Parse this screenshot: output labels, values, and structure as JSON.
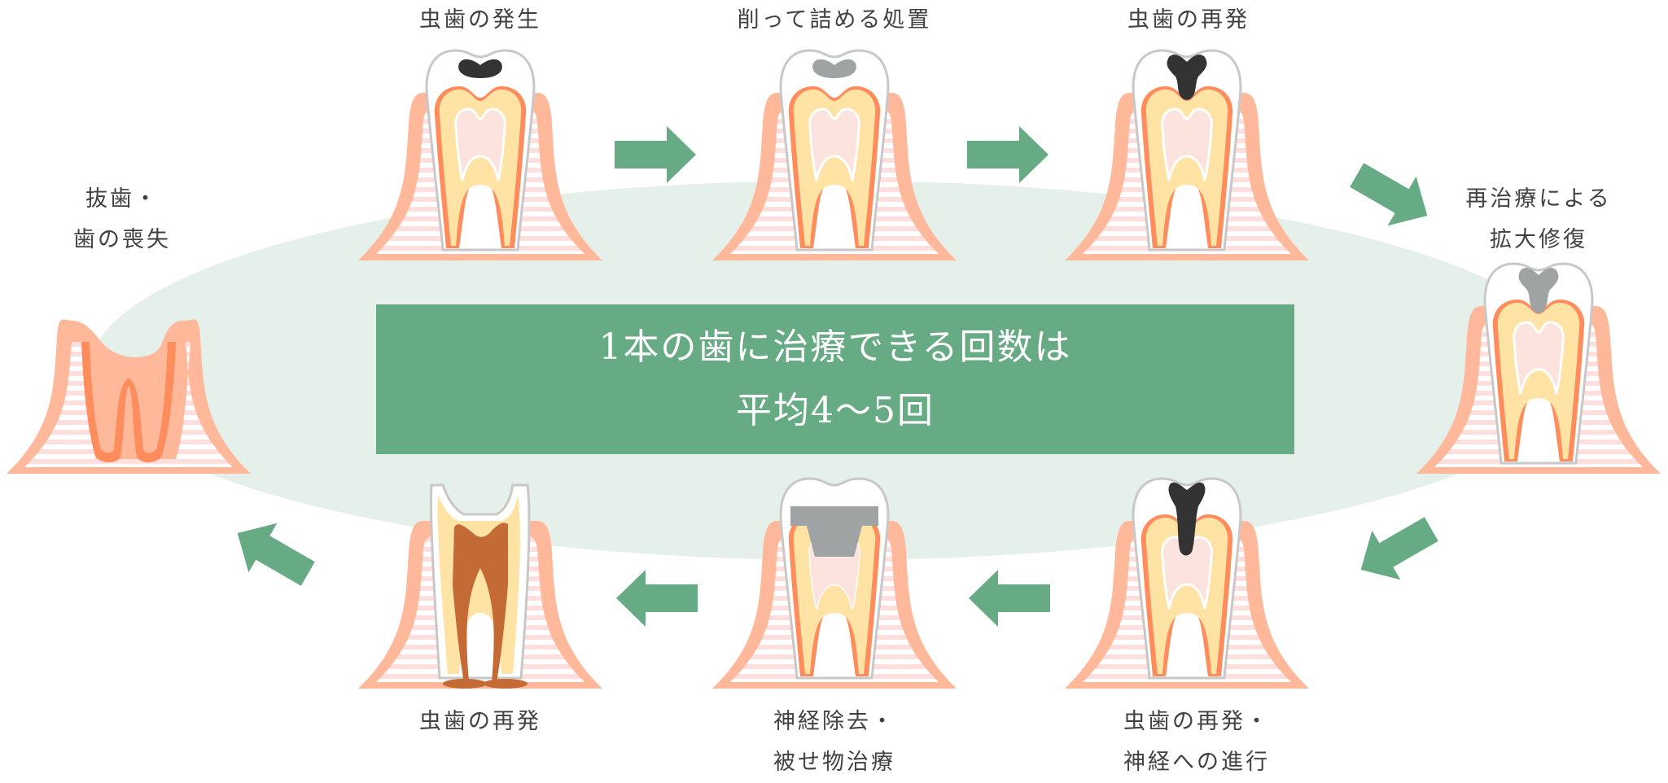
{
  "diagram": {
    "title_line1": "1本の歯に治療できる回数は",
    "title_line2": "平均4〜5回",
    "colors": {
      "accent_green": "#67ab84",
      "ellipse_bg": "#e5f0ea",
      "gum_outer": "#ffb89a",
      "gum_inner": "#ff8c5c",
      "gum_stripe": "#ffdede",
      "dentin": "#fee3a4",
      "pulp": "#fde3de",
      "caries_dark": "#333333",
      "filling_gray": "#9fa3a3",
      "caries_brown": "#c46a34"
    },
    "steps": [
      {
        "id": 1,
        "label": "虫歯の発生",
        "icon": "tooth-small-cavity-icon"
      },
      {
        "id": 2,
        "label": "削って詰める処置",
        "icon": "tooth-small-filling-icon"
      },
      {
        "id": 3,
        "label": "虫歯の再発",
        "icon": "tooth-recurrent-cavity-icon"
      },
      {
        "id": 4,
        "label_line1": "再治療による",
        "label_line2": "拡大修復",
        "icon": "tooth-large-filling-icon"
      },
      {
        "id": 5,
        "label_line1": "虫歯の再発・",
        "label_line2": "神経への進行",
        "icon": "tooth-deep-cavity-icon"
      },
      {
        "id": 6,
        "label_line1": "神経除去・",
        "label_line2": "被せ物治療",
        "icon": "tooth-crown-icon"
      },
      {
        "id": 7,
        "label": "虫歯の再発",
        "icon": "tooth-decayed-icon"
      },
      {
        "id": 8,
        "label_line1": "抜歯・",
        "label_line2": "歯の喪失",
        "icon": "tooth-extracted-icon"
      }
    ],
    "arrows": [
      {
        "from": 1,
        "to": 2,
        "direction": "right"
      },
      {
        "from": 2,
        "to": 3,
        "direction": "right"
      },
      {
        "from": 3,
        "to": 4,
        "direction": "down-right"
      },
      {
        "from": 4,
        "to": 5,
        "direction": "down-left"
      },
      {
        "from": 5,
        "to": 6,
        "direction": "left"
      },
      {
        "from": 6,
        "to": 7,
        "direction": "left"
      },
      {
        "from": 7,
        "to": 8,
        "direction": "up-left"
      }
    ]
  }
}
